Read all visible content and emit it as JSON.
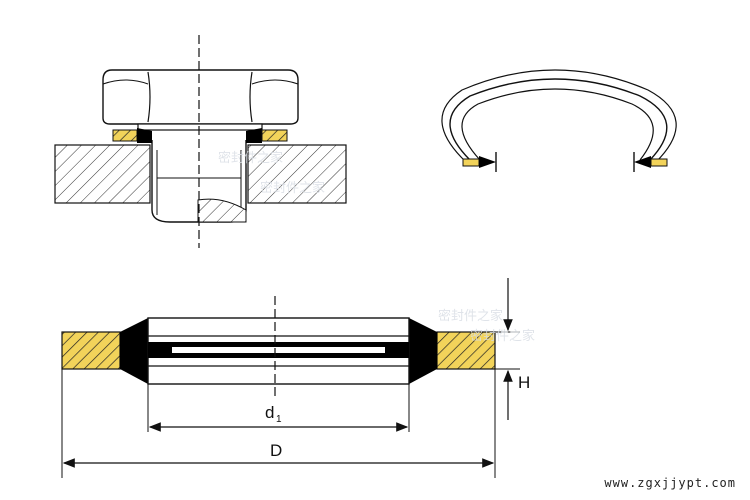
{
  "labels": {
    "inner_diameter_main": "d",
    "inner_diameter_sub": "1",
    "outer_diameter": "D",
    "height": "H"
  },
  "watermarks": [
    "密封件之家",
    "密封件之家",
    "密封件之家",
    "密封件之家"
  ],
  "site_url": "www.zgxjjypt.com",
  "colors": {
    "line": "#111111",
    "rubber": "#000000",
    "metal_ring_fill": "#f2d35a",
    "background": "#ffffff"
  }
}
